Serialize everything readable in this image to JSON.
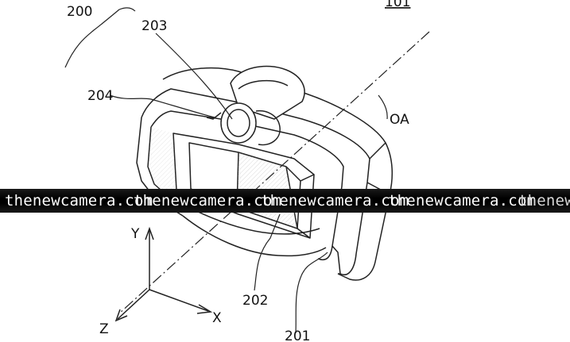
{
  "labels": {
    "ref_101": "101",
    "ref_200": "200",
    "ref_203": "203",
    "ref_204": "204",
    "ref_oa": "OA",
    "ref_202": "202",
    "ref_201": "201",
    "axis_y": "Y",
    "axis_x": "X",
    "axis_z": "Z"
  },
  "watermark": {
    "items": [
      "thenewcamera.com",
      "thenewcamera.com",
      "thenewcamera.com",
      "thenewcamera.com",
      "thenew"
    ]
  }
}
